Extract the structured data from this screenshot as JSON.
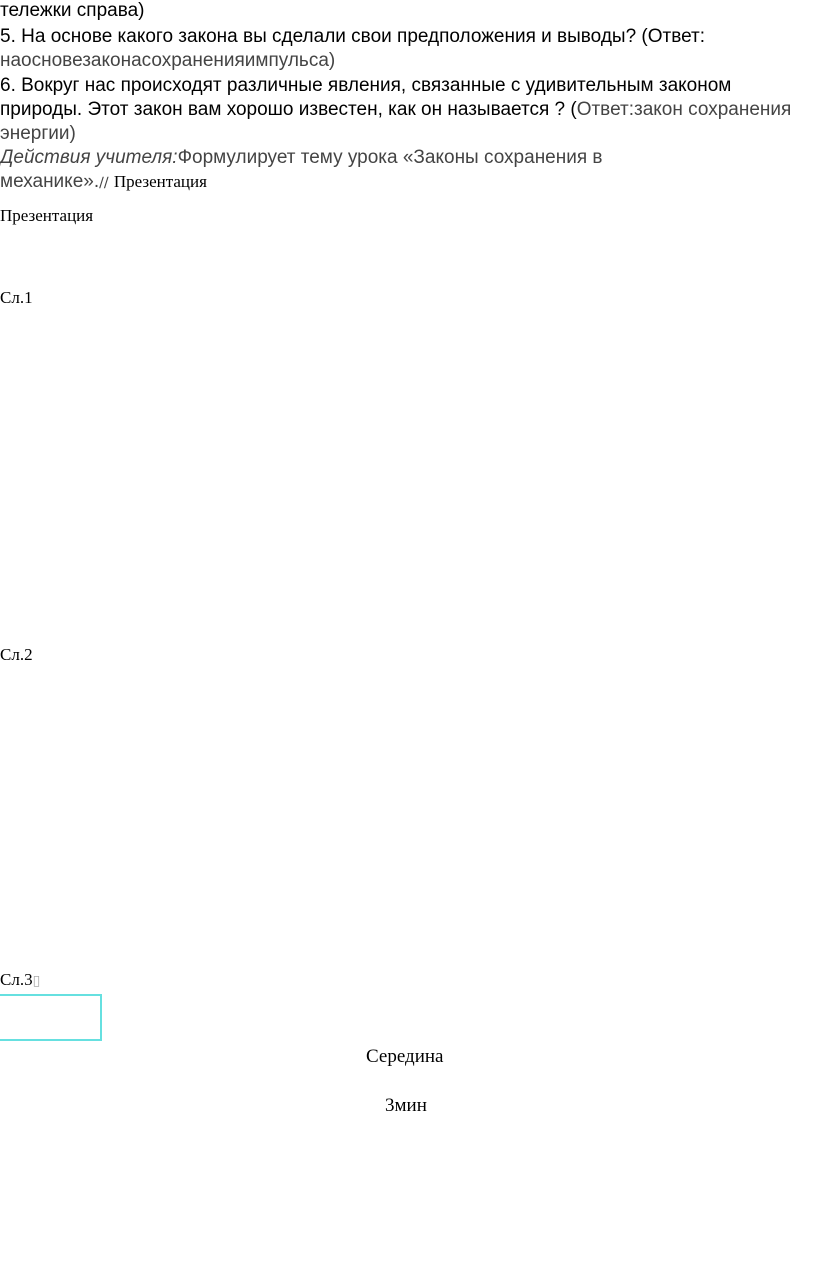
{
  "text": {
    "line1": "тележки справа)",
    "q5": "5. На основе какого закона вы сделали свои предположения и выводы? (Ответ:",
    "q5_answer": "наосновезаконасохраненияимпульса)",
    "q6_line1": "6. Вокруг нас происходят различные явления, связанные с удивительным законом",
    "q6_line2_a": "природы. Этот закон вам  хорошо известен, как он называется ? (",
    "q6_line2_b": "Ответ:закон сохранения",
    "q6_line3": "энергии)",
    "teacher_label": "Действия учителя:",
    "teacher_text": "Формулирует тему урока «Законы сохранения в",
    "teacher_text2": "механике».",
    "presentation_inline": "Презентация",
    "presentation": "Презентация",
    "slide1": "Сл.1",
    "slide2": "Сл.2",
    "slide3": "Сл.3",
    "middle": "Середина",
    "duration": "3мин"
  }
}
